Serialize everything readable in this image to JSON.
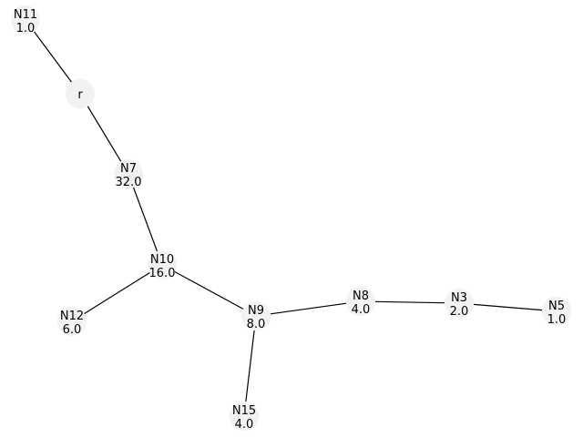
{
  "nodes": [
    {
      "id": "N11",
      "label": "N11",
      "value": "1.0"
    },
    {
      "id": "r",
      "label": "r",
      "value": ""
    },
    {
      "id": "N7",
      "label": "N7",
      "value": "32.0"
    },
    {
      "id": "N10",
      "label": "N10",
      "value": "16.0"
    },
    {
      "id": "N12",
      "label": "N12",
      "value": "6.0"
    },
    {
      "id": "N9",
      "label": "N9",
      "value": "8.0"
    },
    {
      "id": "N15",
      "label": "N15",
      "value": "4.0"
    },
    {
      "id": "N8",
      "label": "N8",
      "value": "4.0"
    },
    {
      "id": "N3",
      "label": "N3",
      "value": "2.0"
    },
    {
      "id": "N5",
      "label": "N5",
      "value": "1.0"
    }
  ],
  "edges": [
    {
      "from": "N11",
      "to": "r"
    },
    {
      "from": "r",
      "to": "N7"
    },
    {
      "from": "N7",
      "to": "N10"
    },
    {
      "from": "N10",
      "to": "N12"
    },
    {
      "from": "N10",
      "to": "N9"
    },
    {
      "from": "N9",
      "to": "N15"
    },
    {
      "from": "N9",
      "to": "N8"
    },
    {
      "from": "N8",
      "to": "N3"
    },
    {
      "from": "N3",
      "to": "N5"
    }
  ],
  "colors": {
    "node_fill": "#f2f2f2",
    "edge": "#000000",
    "text": "#000000",
    "background": "#ffffff"
  }
}
